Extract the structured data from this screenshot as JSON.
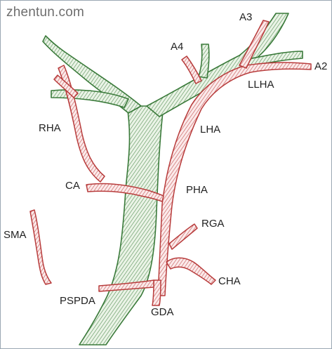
{
  "watermark": "zhentun.com",
  "colors": {
    "portal_vein_outline": "#3a7a3a",
    "portal_vein_fill": "#d9ead3",
    "artery_outline": "#b83c3c",
    "artery_fill": "#f6dada"
  },
  "labels": {
    "a3": "A3",
    "a4": "A4",
    "a2": "A2",
    "llha": "LLHA",
    "rha": "RHA",
    "lha": "LHA",
    "ca": "CA",
    "pha": "PHA",
    "rga": "RGA",
    "sma": "SMA",
    "cha": "CHA",
    "pspda": "PSPDA",
    "gda": "GDA"
  }
}
